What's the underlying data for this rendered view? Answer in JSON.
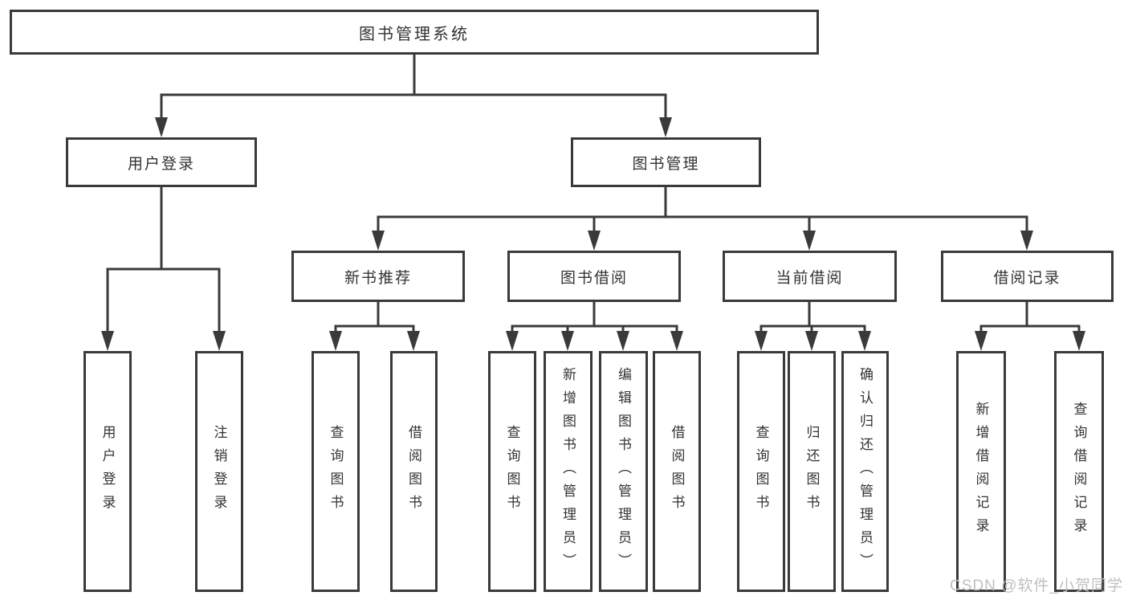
{
  "diagram": {
    "root": {
      "label": "图书管理系统",
      "children": [
        {
          "label": "用户登录",
          "children": [
            {
              "label": "用户登录"
            },
            {
              "label": "注销登录"
            }
          ]
        },
        {
          "label": "图书管理",
          "children": [
            {
              "label": "新书推荐",
              "children": [
                {
                  "label": "查询图书"
                },
                {
                  "label": "借阅图书"
                }
              ]
            },
            {
              "label": "图书借阅",
              "children": [
                {
                  "label": "查询图书"
                },
                {
                  "label": "新增图书（管理员）"
                },
                {
                  "label": "编辑图书（管理员）"
                },
                {
                  "label": "借阅图书"
                }
              ]
            },
            {
              "label": "当前借阅",
              "children": [
                {
                  "label": "查询图书"
                },
                {
                  "label": "归还图书"
                },
                {
                  "label": "确认归还（管理员）"
                }
              ]
            },
            {
              "label": "借阅记录",
              "children": [
                {
                  "label": "新增借阅记录"
                },
                {
                  "label": "查询借阅记录"
                }
              ]
            }
          ]
        }
      ]
    },
    "watermark": "CSDN @软件_小贺同学",
    "colors": {
      "line": "#3a3a3a",
      "box_border": "#3a3a3a",
      "box_background": "#ffffff",
      "text": "#333333",
      "watermark": "#bfbfbf",
      "background": "#ffffff"
    }
  }
}
